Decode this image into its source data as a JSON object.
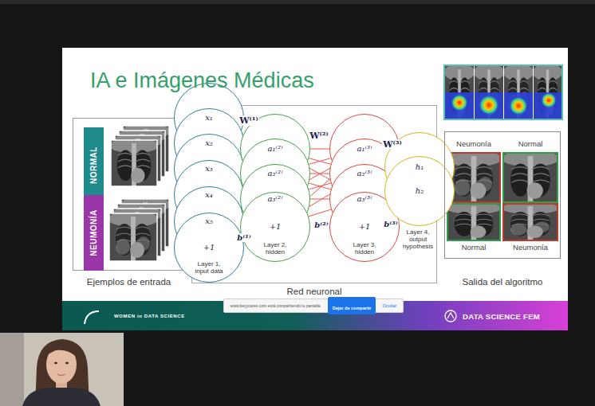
{
  "diagram": {
    "title": "IA e Imágenes Médicas",
    "nodes": [
      {
        "text": [
          "Ejemplos de entrada"
        ]
      },
      {
        "text": [
          "NORMAL"
        ],
        "in": 0
      },
      {
        "text": [
          "NEUMONÍA"
        ],
        "in": 0
      },
      {
        "text": [
          "Red neuronal"
        ]
      },
      {
        "text": [
          "x₁"
        ],
        "in": 3
      },
      {
        "text": [
          "x₂"
        ],
        "in": 3
      },
      {
        "text": [
          "x₃"
        ],
        "in": 3
      },
      {
        "text": [
          "x₄"
        ],
        "in": 3
      },
      {
        "text": [
          "x₅"
        ],
        "in": 3
      },
      {
        "text": [
          "+1"
        ],
        "in": 3
      },
      {
        "text": [
          "a₁⁽²⁾"
        ],
        "in": 3
      },
      {
        "text": [
          "a₂⁽²⁾"
        ],
        "in": 3
      },
      {
        "text": [
          "a₃⁽²⁾"
        ],
        "in": 3
      },
      {
        "text": [
          "+1"
        ],
        "in": 3
      },
      {
        "text": [
          "a₁⁽³⁾"
        ],
        "in": 3
      },
      {
        "text": [
          "a₂⁽³⁾"
        ],
        "in": 3
      },
      {
        "text": [
          "a₃⁽³⁾"
        ],
        "in": 3
      },
      {
        "text": [
          "+1"
        ],
        "in": 3
      },
      {
        "text": [
          "h₁"
        ],
        "in": 3
      },
      {
        "text": [
          "h₂"
        ],
        "in": 3
      },
      {
        "text": [
          "Salida del algoritmo"
        ]
      },
      {
        "text": [
          "WOMEN in DATA SCIENCE",
          "DATA SCIENCE FEM"
        ]
      },
      {
        "text": [
          "www.beyycares.com está compartiendo tu pantalla.",
          "Ocultar"
        ]
      },
      {
        "text": [
          "Dejar de compartir"
        ],
        "in": 22
      }
    ],
    "edges": [
      {
        "from": 0,
        "to": 3,
        "arrow": "to"
      },
      {
        "from": 4,
        "to": 10,
        "arrow": "none"
      },
      {
        "from": 4,
        "to": 11,
        "arrow": "none"
      },
      {
        "from": 4,
        "to": 12,
        "arrow": "none"
      },
      {
        "from": 5,
        "to": 10,
        "arrow": "none"
      },
      {
        "from": 5,
        "to": 11,
        "arrow": "none"
      },
      {
        "from": 5,
        "to": 12,
        "arrow": "none"
      },
      {
        "from": 6,
        "to": 10,
        "arrow": "none"
      },
      {
        "from": 6,
        "to": 11,
        "arrow": "none"
      },
      {
        "from": 6,
        "to": 12,
        "arrow": "none"
      },
      {
        "from": 7,
        "to": 10,
        "arrow": "none"
      },
      {
        "from": 7,
        "to": 11,
        "arrow": "none"
      },
      {
        "from": 7,
        "to": 12,
        "arrow": "none"
      },
      {
        "from": 8,
        "to": 10,
        "arrow": "none"
      },
      {
        "from": 8,
        "to": 11,
        "arrow": "none"
      },
      {
        "from": 8,
        "to": 12,
        "arrow": "none"
      },
      {
        "from": 9,
        "to": 10,
        "arrow": "none"
      },
      {
        "from": 9,
        "to": 11,
        "arrow": "none"
      },
      {
        "from": 9,
        "to": 12,
        "arrow": "none"
      },
      {
        "from": 10,
        "to": 14,
        "arrow": "none"
      },
      {
        "from": 10,
        "to": 15,
        "arrow": "none"
      },
      {
        "from": 10,
        "to": 16,
        "arrow": "none"
      },
      {
        "from": 11,
        "to": 14,
        "arrow": "none"
      },
      {
        "from": 11,
        "to": 15,
        "arrow": "none"
      },
      {
        "from": 11,
        "to": 16,
        "arrow": "none"
      },
      {
        "from": 12,
        "to": 14,
        "arrow": "none"
      },
      {
        "from": 12,
        "to": 15,
        "arrow": "none"
      },
      {
        "from": 12,
        "to": 16,
        "arrow": "none"
      },
      {
        "from": 13,
        "to": 14,
        "arrow": "none"
      },
      {
        "from": 13,
        "to": 15,
        "arrow": "none"
      },
      {
        "from": 13,
        "to": 16,
        "arrow": "none"
      },
      {
        "from": 14,
        "to": 18,
        "arrow": "none"
      },
      {
        "from": 14,
        "to": 19,
        "arrow": "none"
      },
      {
        "from": 15,
        "to": 18,
        "arrow": "none"
      },
      {
        "from": 15,
        "to": 19,
        "arrow": "none"
      },
      {
        "from": 16,
        "to": 18,
        "arrow": "none"
      },
      {
        "from": 16,
        "to": 19,
        "arrow": "none"
      },
      {
        "from": 17,
        "to": 18,
        "arrow": "none"
      },
      {
        "from": 17,
        "to": 19,
        "arrow": "none"
      },
      {
        "from": 3,
        "to": 20,
        "arrow": "to"
      }
    ],
    "labels": [
      "W⁽¹⁾",
      "W⁽²⁾",
      "W⁽³⁾",
      "b⁽¹⁾",
      "b⁽²⁾",
      "b⁽³⁾",
      "Layer 1, input data",
      "Layer 2, hidden",
      "Layer 3, hidden",
      "Layer 4, output hypothesis",
      "Neumonía",
      "Normal",
      "Normal",
      "Neumonía"
    ]
  }
}
